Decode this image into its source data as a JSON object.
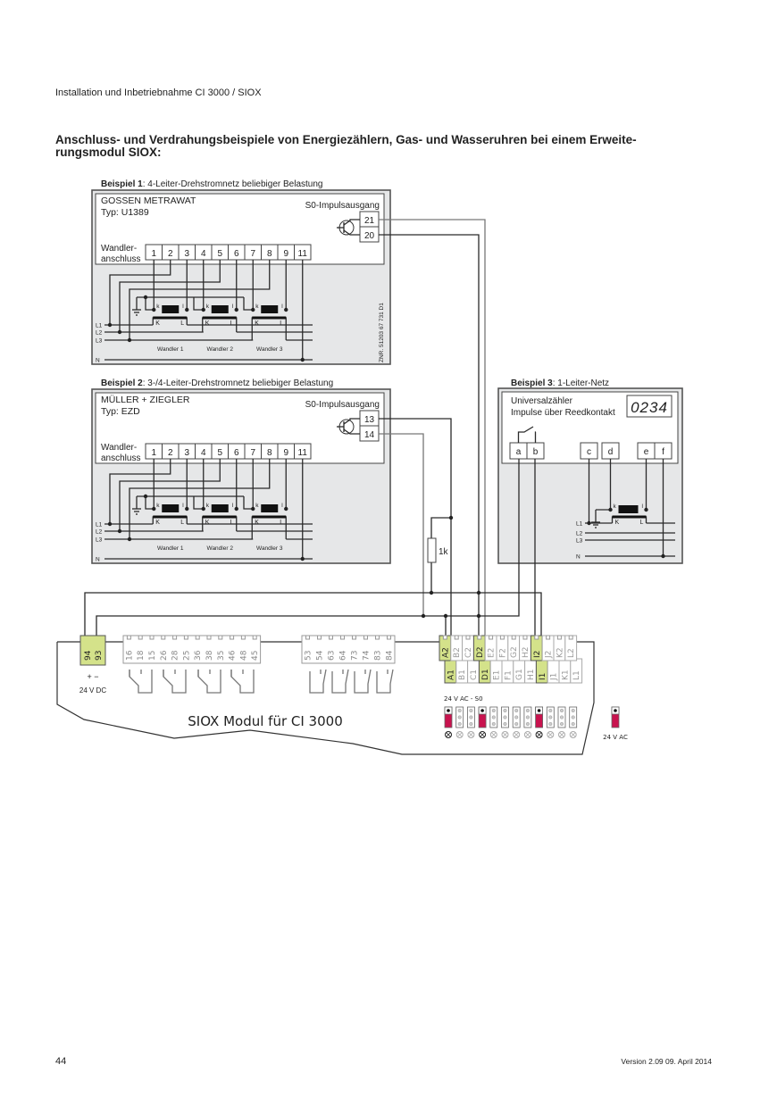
{
  "header": "Installation und Inbetriebnahme CI 3000 / SIOX",
  "title_line1": "Anschluss- und Verdrahungsbeispiele von Energiezählern, Gas- und Wasseruhren bei einem Erweite-",
  "title_line2": "rungsmodul SIOX:",
  "examples": [
    {
      "caption_bold": "Beispiel 1",
      "caption_rest": ": 4-Leiter-Drehstromnetz beliebiger Belastung",
      "manufacturer": "GOSSEN METRAWAT",
      "type": "Typ: U1389",
      "s0_label": "S0-Impulsausgang",
      "s0_terminals": [
        "21",
        "20"
      ],
      "wandler_label": [
        "Wandler-",
        "anschluss"
      ],
      "terminals": [
        "1",
        "2",
        "3",
        "4",
        "5",
        "6",
        "7",
        "8",
        "9",
        "11"
      ],
      "transformer_labels": [
        "Wandler 1",
        "Wandler 2",
        "Wandler 3"
      ],
      "lines": [
        "L1",
        "L2",
        "L3",
        "N"
      ],
      "coil_labels": [
        "k",
        "l"
      ],
      "primary_labels": [
        "K",
        "L"
      ],
      "znr": "ZNR. 51203 67 731 D1"
    },
    {
      "caption_bold": "Beispiel 2",
      "caption_rest": ": 3-/4-Leiter-Drehstromnetz beliebiger Belastung",
      "manufacturer": "MÜLLER + ZIEGLER",
      "type": "Typ:  EZD",
      "s0_label": "S0-Impulsausgang",
      "s0_terminals": [
        "13",
        "14"
      ],
      "wandler_label": [
        "Wandler-",
        "anschluss"
      ],
      "terminals": [
        "1",
        "2",
        "3",
        "4",
        "5",
        "6",
        "7",
        "8",
        "9",
        "11"
      ],
      "transformer_labels": [
        "Wandler 1",
        "Wandler 2",
        "Wandler 3"
      ],
      "lines": [
        "L1",
        "L2",
        "L3",
        "N"
      ],
      "coil_labels": [
        "k",
        "l"
      ],
      "primary_labels": [
        "K",
        "L"
      ]
    }
  ],
  "example3": {
    "caption_bold": "Beispiel 3",
    "caption_rest": ": 1-Leiter-Netz",
    "title_line1": "Universalzähler",
    "title_line2": "Impulse über Reedkontakt",
    "display": "0234",
    "terminals": [
      "a",
      "b",
      "c",
      "d",
      "e",
      "f"
    ],
    "lines": [
      "L1",
      "L2",
      "L3",
      "N"
    ],
    "coil_labels": [
      "k",
      "l"
    ],
    "primary_labels": [
      "K",
      "L"
    ]
  },
  "resistor": "1k",
  "module": {
    "name": "SIOX Modul für CI 3000",
    "power_terminals": [
      "94",
      "93"
    ],
    "power_polarity": "+  −",
    "power_label": "24 V DC",
    "relay_block_1": [
      "16",
      "18",
      "15",
      "26",
      "28",
      "25",
      "36",
      "38",
      "35",
      "46",
      "48",
      "45"
    ],
    "relay_block_2": [
      "53",
      "54",
      "63",
      "64",
      "73",
      "74",
      "83",
      "84"
    ],
    "input_row_upper": [
      "A2",
      "B2",
      "C2",
      "D2",
      "E2",
      "F2",
      "G2",
      "H2",
      "I2",
      "J2",
      "K2",
      "L2"
    ],
    "input_row_lower": [
      "A1",
      "B1",
      "C1",
      "D1",
      "E1",
      "F1",
      "G1",
      "H1",
      "I1",
      "J1",
      "K1",
      "L1"
    ],
    "active_inputs": [
      0,
      3,
      8
    ],
    "jumper_label": "24 V AC - S0",
    "jumper_set": [
      0,
      3,
      8
    ],
    "ac_label": "24 V AC",
    "accent_green": "#d4e28a",
    "jumper_red": "#c8134e"
  },
  "footer": {
    "page": "44",
    "version": "Version 2.09   09. April 2014"
  }
}
